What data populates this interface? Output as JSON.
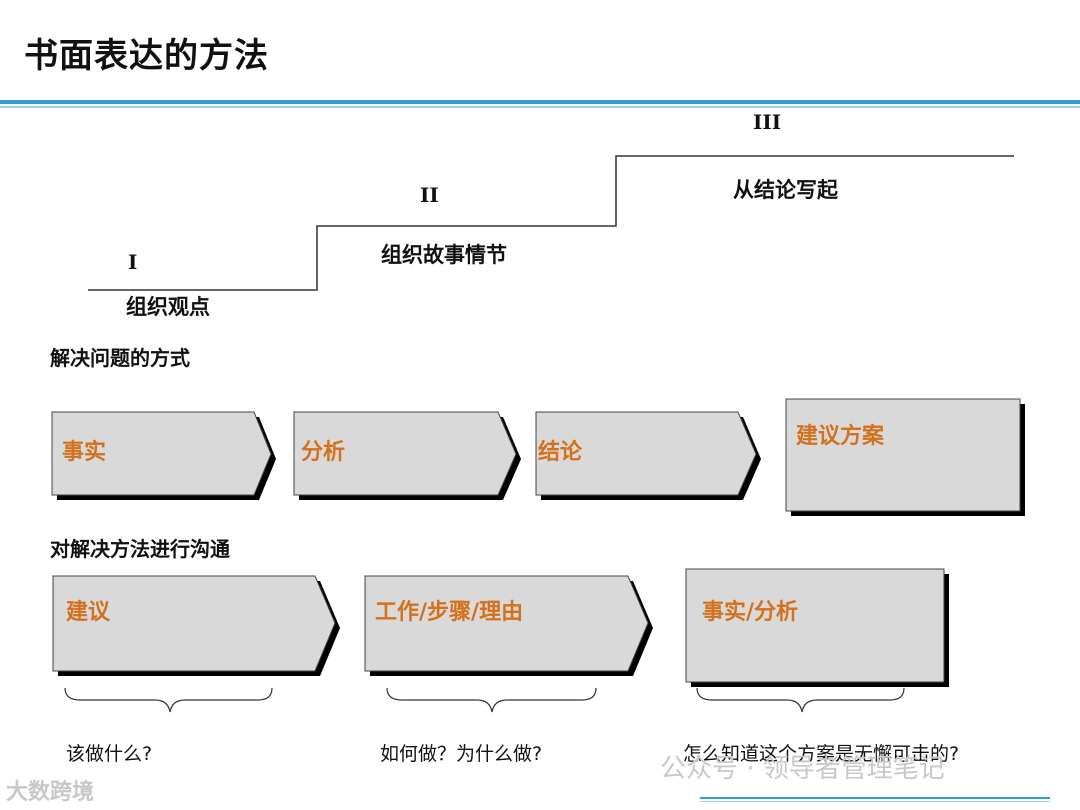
{
  "title": "书面表达的方法",
  "stairs": [
    {
      "numeral": "I",
      "label": "组织观点"
    },
    {
      "numeral": "II",
      "label": "组织故事情节"
    },
    {
      "numeral": "III",
      "label": "从结论写起"
    }
  ],
  "section1": {
    "heading": "解决问题的方式",
    "boxes": [
      "事实",
      "分析",
      "结论",
      "建议方案"
    ]
  },
  "section2": {
    "heading": "对解决方法进行沟通",
    "boxes": [
      "建议",
      "工作/步骤/理由",
      "事实/分析"
    ],
    "questions": [
      "该做什么?",
      "如何做？为什么做?",
      "怎么知道这个方案是无懈可击的?"
    ]
  },
  "watermarks": {
    "left": "大数跨境",
    "right": "公众号 · 领导者管理笔记"
  },
  "colors": {
    "accent_text": "#d4711c",
    "box_fill": "#d9d9d9",
    "rule": "#2fa0d0"
  }
}
